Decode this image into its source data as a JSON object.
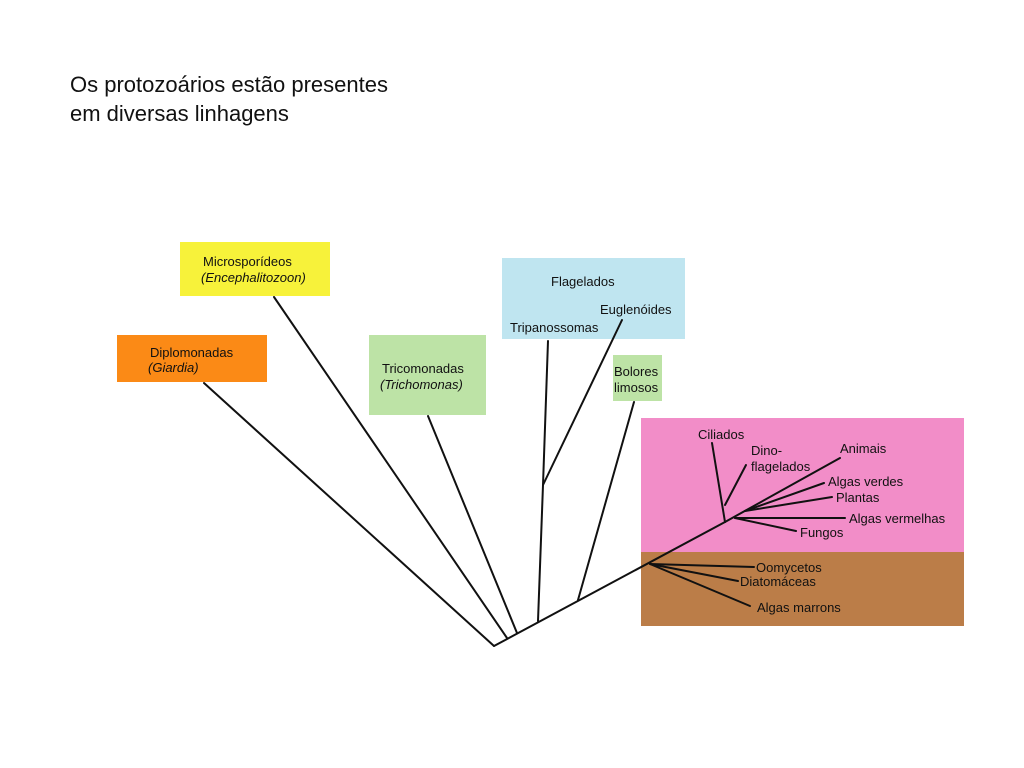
{
  "title": {
    "line1": "Os protozoários estão presentes",
    "line2": "em diversas linhagens"
  },
  "colors": {
    "microsporideos": "#f7f23a",
    "diplomonadas": "#fb8a16",
    "tricomonadas": "#bde3a6",
    "flagelados": "#bfe5f0",
    "bolores": "#bde3a6",
    "pink_region": "#f28dc8",
    "brown_region": "#bb7d48"
  },
  "groups": {
    "microsporideos": {
      "name": "Microsporídeos",
      "example": "(Encephalitozoon)"
    },
    "diplomonadas": {
      "name": "Diplomonadas",
      "example": "(Giardia)"
    },
    "tricomonadas": {
      "name": "Tricomonadas",
      "example": "(Trichomonas)"
    },
    "flagelados": {
      "title": "Flagelados",
      "euglenoides": "Euglenóides",
      "tripanossomas": "Tripanossomas"
    },
    "bolores": {
      "line1": "Bolores",
      "line2": "limosos"
    },
    "pink": {
      "ciliados": "Ciliados",
      "dino1": "Dino-",
      "dino2": "flagelados",
      "animais": "Animais",
      "algas_verdes": "Algas verdes",
      "plantas": "Plantas",
      "algas_vermelhas": "Algas vermelhas",
      "fungos": "Fungos"
    },
    "brown": {
      "oomycetos": "Oomycetos",
      "diatomaceas": "Diatomáceas",
      "algas_marrons": "Algas marrons"
    }
  }
}
